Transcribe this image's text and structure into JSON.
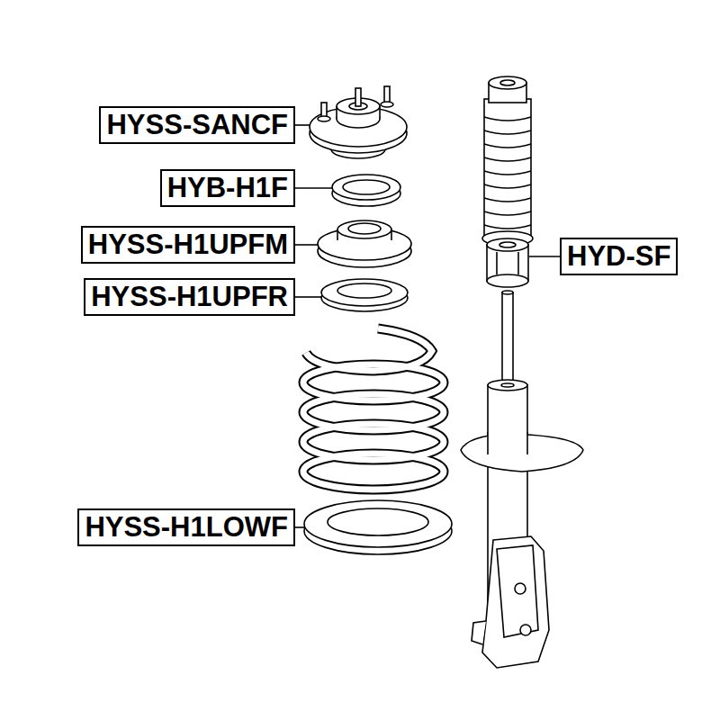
{
  "diagram": {
    "nodes": [
      {
        "text": [
          "HYSS-SANCF"
        ]
      },
      {
        "text": [
          "HYB-H1F"
        ]
      },
      {
        "text": [
          "HYSS-H1UPFM"
        ]
      },
      {
        "text": [
          "HYSS-H1UPFR"
        ]
      },
      {
        "text": [
          "HYD-SF"
        ]
      },
      {
        "text": [
          "HYSS-H1LOWF"
        ]
      }
    ]
  }
}
